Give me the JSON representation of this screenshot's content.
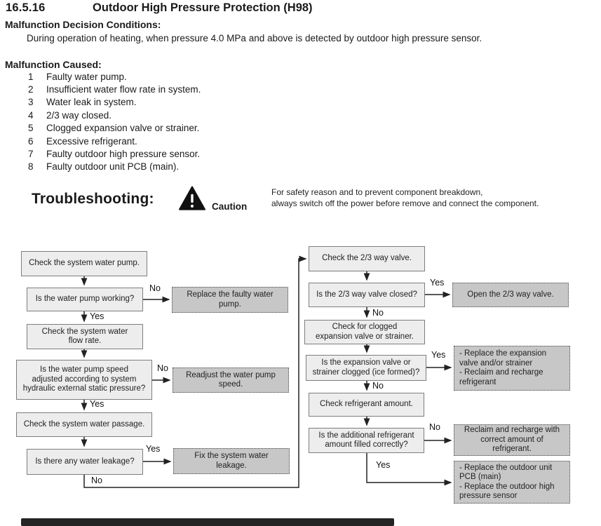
{
  "page": {
    "section_number": "16.5.16",
    "title": "Outdoor High Pressure Protection (H98)"
  },
  "decision": {
    "heading": "Malfunction Decision Conditions:",
    "body": "During operation of heating, when pressure 4.0 MPa and above is detected by outdoor high pressure sensor."
  },
  "causes": {
    "heading": "Malfunction Caused:",
    "items": [
      {
        "num": "1",
        "text": "Faulty water pump."
      },
      {
        "num": "2",
        "text": "Insufficient water flow rate in system."
      },
      {
        "num": "3",
        "text": "Water leak in system."
      },
      {
        "num": "4",
        "text": "2/3 way closed."
      },
      {
        "num": "5",
        "text": "Clogged expansion valve or strainer."
      },
      {
        "num": "6",
        "text": "Excessive refrigerant."
      },
      {
        "num": "7",
        "text": "Faulty outdoor high pressure sensor."
      },
      {
        "num": "8",
        "text": "Faulty outdoor unit PCB (main)."
      }
    ]
  },
  "troubleshooting": {
    "heading": "Troubleshooting:",
    "caution_label": "Caution",
    "note_line1": "For safety reason and to prevent component breakdown,",
    "note_line2": "always switch off the power before remove and connect the component."
  },
  "flow": {
    "yes": "Yes",
    "no": "No",
    "a1": "Check the system water pump.",
    "a2": "Is the water pump working?",
    "a3": "Check the system water\nflow rate.",
    "a4": "Is the water pump speed\nadjusted according to system\nhydraulic external static pressure?",
    "a5": "Check the system water passage.",
    "a6": "Is there any water leakage?",
    "b1": "Replace the faulty water\npump.",
    "b2": "Readjust the water pump\nspeed.",
    "b3": "Fix the system water\nleakage.",
    "a7": "Check the 2/3 way valve.",
    "a8": "Is the 2/3 way valve closed?",
    "a9": "Check for clogged\nexpansion valve or strainer.",
    "a10": "Is the expansion valve or\nstrainer clogged (ice formed)?",
    "a11": "Check refrigerant amount.",
    "a12": "Is the additional refrigerant\namount filled correctly?",
    "b4": "Open the 2/3 way valve.",
    "b5": "- Replace the expansion\nvalve and/or strainer\n- Reclaim and recharge\nrefrigerant",
    "b6": "Reclaim and recharge with\ncorrect amount of\nrefrigerant.",
    "b7": "- Replace the outdoor unit\nPCB (main)\n- Replace the outdoor high\npressure sensor"
  },
  "colors": {
    "node_fill": "#ededed",
    "node_border": "#7d7d7d",
    "action_fill": "#c7c7c7",
    "action_border": "#4a4a4a",
    "line": "#222222"
  }
}
